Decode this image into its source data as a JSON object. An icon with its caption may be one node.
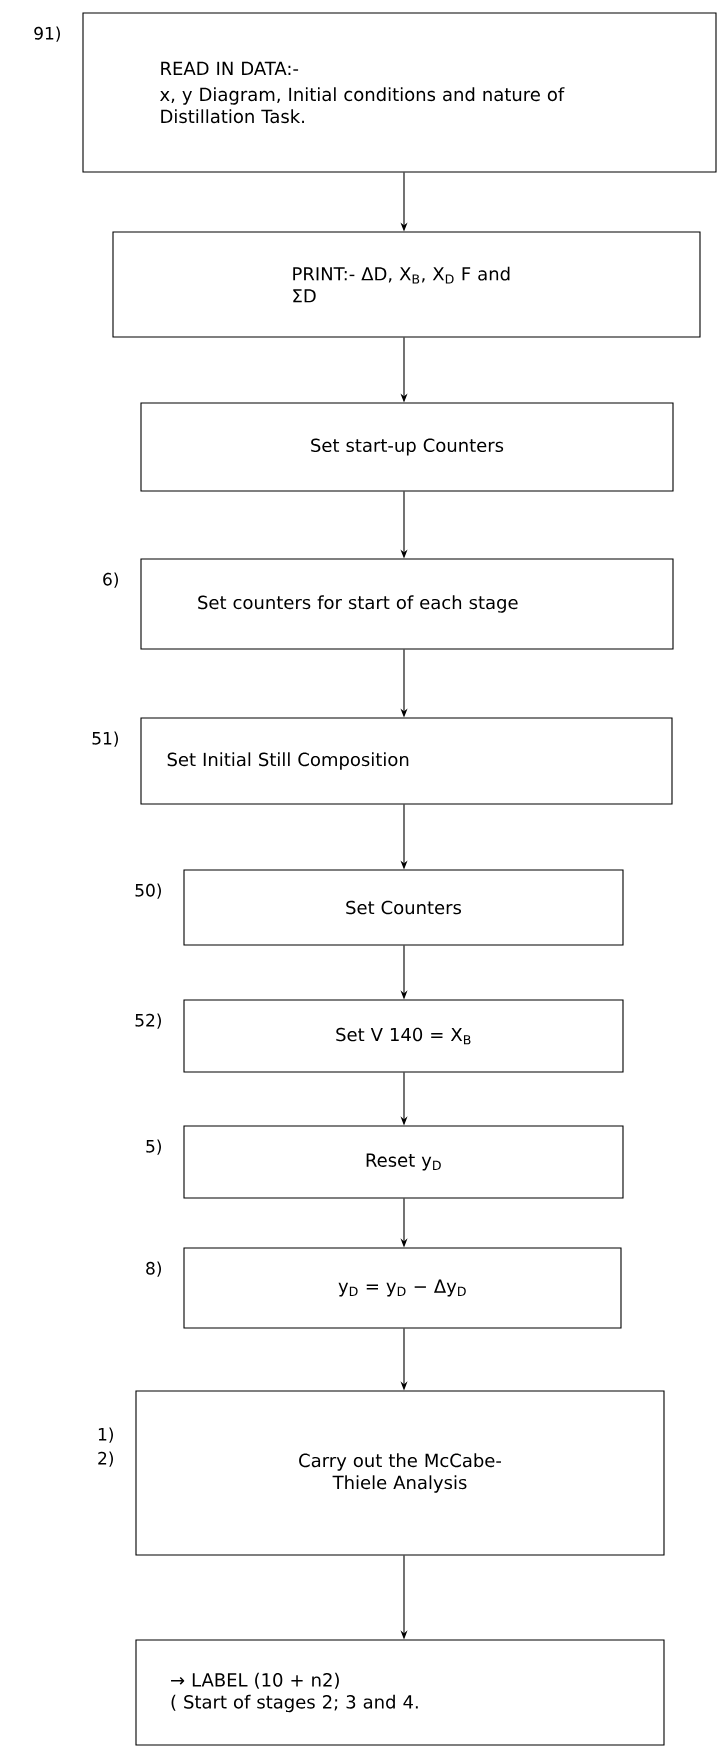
{
  "diagram": {
    "nodes": [
      {
        "text": [
          "READ IN DATA:-",
          "x, y Diagram, Initial conditions and nature of Distillation Task."
        ],
        "beside": [
          "91)"
        ]
      },
      {
        "text": [
          "PRINT:- ΔD, X$_{B}$, X$_{D}$ F and ΣD"
        ]
      },
      {
        "text": [
          "Set start-up Counters"
        ]
      },
      {
        "text": [
          "Set counters for start of each stage"
        ],
        "beside": [
          "6)"
        ]
      },
      {
        "text": [
          "Set Initial Still Composition"
        ],
        "beside": [
          "51)"
        ]
      },
      {
        "text": [
          "Set Counters"
        ],
        "beside": [
          "50)"
        ]
      },
      {
        "text": [
          "Set V 140 = X$_{B}$"
        ],
        "beside": [
          "52)"
        ]
      },
      {
        "text": [
          "Reset y$_{D}$"
        ],
        "beside": [
          "5)"
        ]
      },
      {
        "text": [
          "y$_{D}$ = y$_{D}$ − Δy$_{D}$"
        ],
        "beside": [
          "8)"
        ]
      },
      {
        "text": [
          "Carry out the McCabe-Thiele Analysis"
        ],
        "beside": [
          "1)",
          "2)"
        ]
      },
      {
        "text": [
          "→ LABEL (10 + n2)",
          "( Start of stages 2; 3 and 4."
        ]
      }
    ],
    "edges": [
      {
        "from": 0,
        "to": 1,
        "arrow": "to"
      },
      {
        "from": 1,
        "to": 2,
        "arrow": "to"
      },
      {
        "from": 2,
        "to": 3,
        "arrow": "to"
      },
      {
        "from": 3,
        "to": 4,
        "arrow": "to"
      },
      {
        "from": 4,
        "to": 5,
        "arrow": "to"
      },
      {
        "from": 5,
        "to": 6,
        "arrow": "to"
      },
      {
        "from": 6,
        "to": 7,
        "arrow": "to"
      },
      {
        "from": 7,
        "to": 8,
        "arrow": "to"
      },
      {
        "from": 8,
        "to": 9,
        "arrow": "to"
      },
      {
        "from": 9,
        "to": 10,
        "arrow": "to"
      }
    ]
  }
}
